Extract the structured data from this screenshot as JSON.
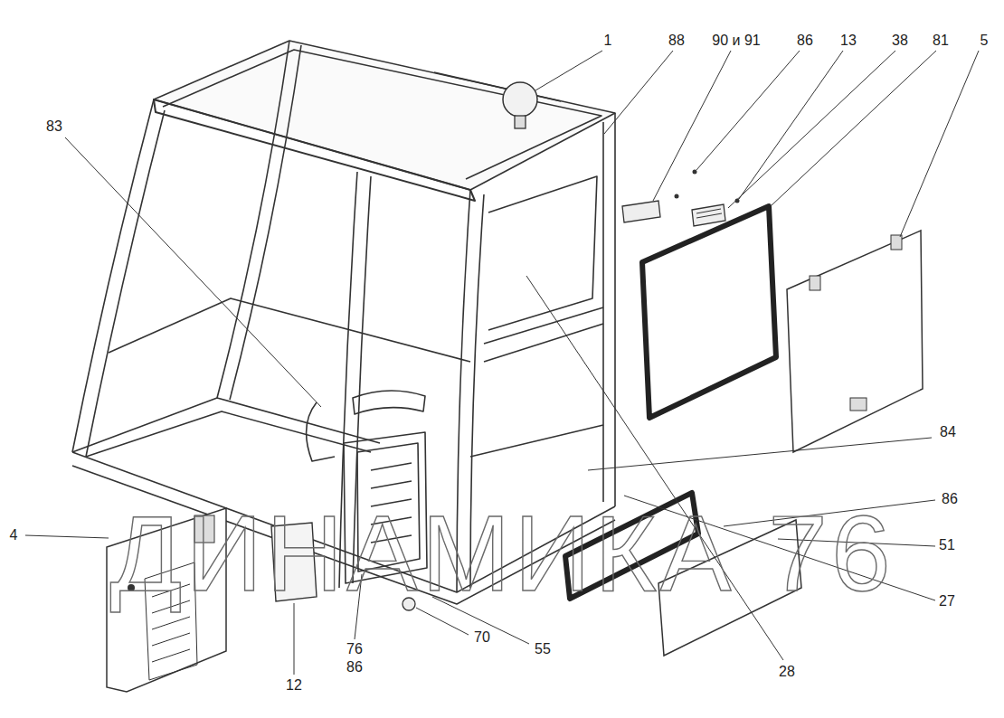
{
  "diagram": {
    "labels": [
      "1",
      "88",
      "90 и 91",
      "86",
      "13",
      "38",
      "81",
      "5",
      "83",
      "84",
      "86",
      "51",
      "27",
      "4",
      "12",
      "76",
      "86",
      "70",
      "55",
      "28",
      "ДИНАМИКА 76"
    ]
  }
}
